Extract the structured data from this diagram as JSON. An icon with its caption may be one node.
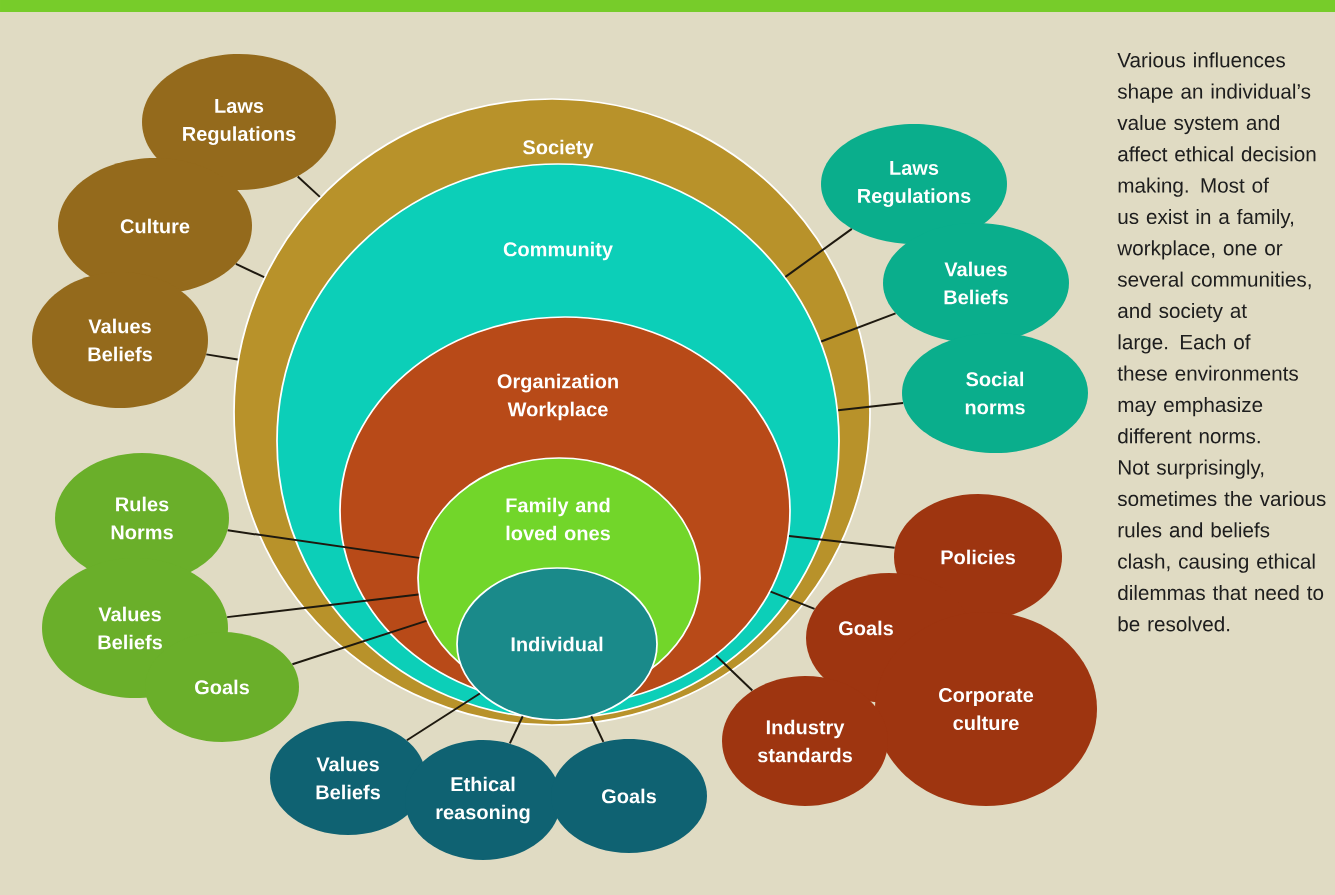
{
  "diagram": {
    "nodes": [
      {
        "text": [
          "Society"
        ]
      },
      {
        "text": [
          "Community"
        ],
        "in": 0
      },
      {
        "text": [
          "Organization Workplace"
        ],
        "in": 1
      },
      {
        "text": [
          "Family and loved ones"
        ],
        "in": 2
      },
      {
        "text": [
          "Individual"
        ],
        "in": 1
      },
      {
        "text": [
          "Laws Regulations"
        ]
      },
      {
        "text": [
          "Culture"
        ]
      },
      {
        "text": [
          "Values Beliefs"
        ]
      },
      {
        "text": [
          "Laws Regulations"
        ]
      },
      {
        "text": [
          "Values Beliefs"
        ]
      },
      {
        "text": [
          "Social norms"
        ]
      },
      {
        "text": [
          "Rules Norms"
        ]
      },
      {
        "text": [
          "Values Beliefs"
        ]
      },
      {
        "text": [
          "Goals"
        ]
      },
      {
        "text": [
          "Policies"
        ]
      },
      {
        "text": [
          "Goals"
        ]
      },
      {
        "text": [
          "Corporate culture"
        ]
      },
      {
        "text": [
          "Industry standards"
        ]
      },
      {
        "text": [
          "Values Beliefs"
        ]
      },
      {
        "text": [
          "Ethical reasoning"
        ]
      },
      {
        "text": [
          "Goals"
        ]
      }
    ],
    "edges": [
      {
        "from": 5,
        "to": 0,
        "arrow": "none"
      },
      {
        "from": 6,
        "to": 0,
        "arrow": "none"
      },
      {
        "from": 7,
        "to": 0,
        "arrow": "none"
      },
      {
        "from": 8,
        "to": 1,
        "arrow": "none"
      },
      {
        "from": 9,
        "to": 1,
        "arrow": "none"
      },
      {
        "from": 10,
        "to": 1,
        "arrow": "none"
      },
      {
        "from": 11,
        "to": 3,
        "arrow": "none"
      },
      {
        "from": 12,
        "to": 3,
        "arrow": "none"
      },
      {
        "from": 13,
        "to": 3,
        "arrow": "none"
      },
      {
        "from": 14,
        "to": 2,
        "arrow": "none"
      },
      {
        "from": 15,
        "to": 2,
        "arrow": "none"
      },
      {
        "from": 17,
        "to": 2,
        "arrow": "none"
      },
      {
        "from": 18,
        "to": 4,
        "arrow": "none"
      },
      {
        "from": 19,
        "to": 4,
        "arrow": "none"
      },
      {
        "from": 20,
        "to": 4,
        "arrow": "none"
      }
    ],
    "labels": [
      "Various influences shape an individual’s value system and affect ethical decision making. Most of us exist in a family, workplace, one or several communities, and society at large. Each of these environments may emphasize different norms. Not surprisingly, sometimes the various rules and beliefs clash, causing ethical dilemmas that need to be resolved."
    ]
  }
}
